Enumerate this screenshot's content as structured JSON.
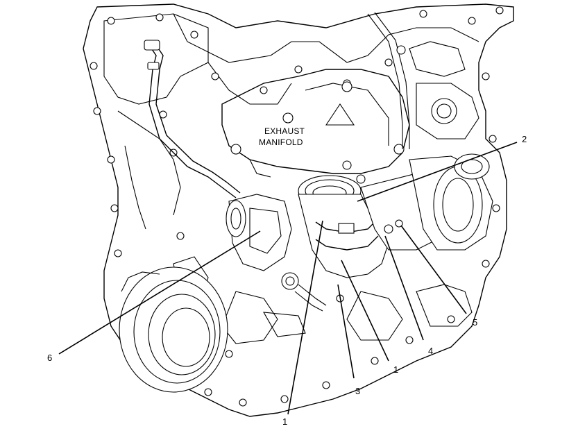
{
  "labels": {
    "exhaust_manifold_line1": "EXHAUST",
    "exhaust_manifold_line2": "MANIFOLD"
  },
  "callouts": [
    {
      "id": "c2",
      "text": "2"
    },
    {
      "id": "c5",
      "text": "5"
    },
    {
      "id": "c4",
      "text": "4"
    },
    {
      "id": "c1a",
      "text": "1"
    },
    {
      "id": "c3",
      "text": "3"
    },
    {
      "id": "c1b",
      "text": "1"
    },
    {
      "id": "c6",
      "text": "6"
    }
  ]
}
